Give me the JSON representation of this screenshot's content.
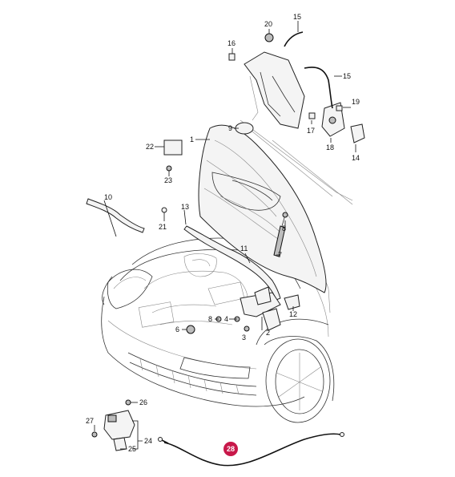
{
  "diagram": {
    "highlight_color": "#c8184a",
    "highlighted_part": "28",
    "labels": [
      "1",
      "2",
      "3",
      "4",
      "6",
      "7",
      "8",
      "8",
      "9",
      "10",
      "11",
      "12",
      "13",
      "14",
      "15",
      "15",
      "16",
      "17",
      "18",
      "19",
      "20",
      "21",
      "22",
      "23",
      "24",
      "25",
      "26",
      "27",
      "28"
    ]
  }
}
